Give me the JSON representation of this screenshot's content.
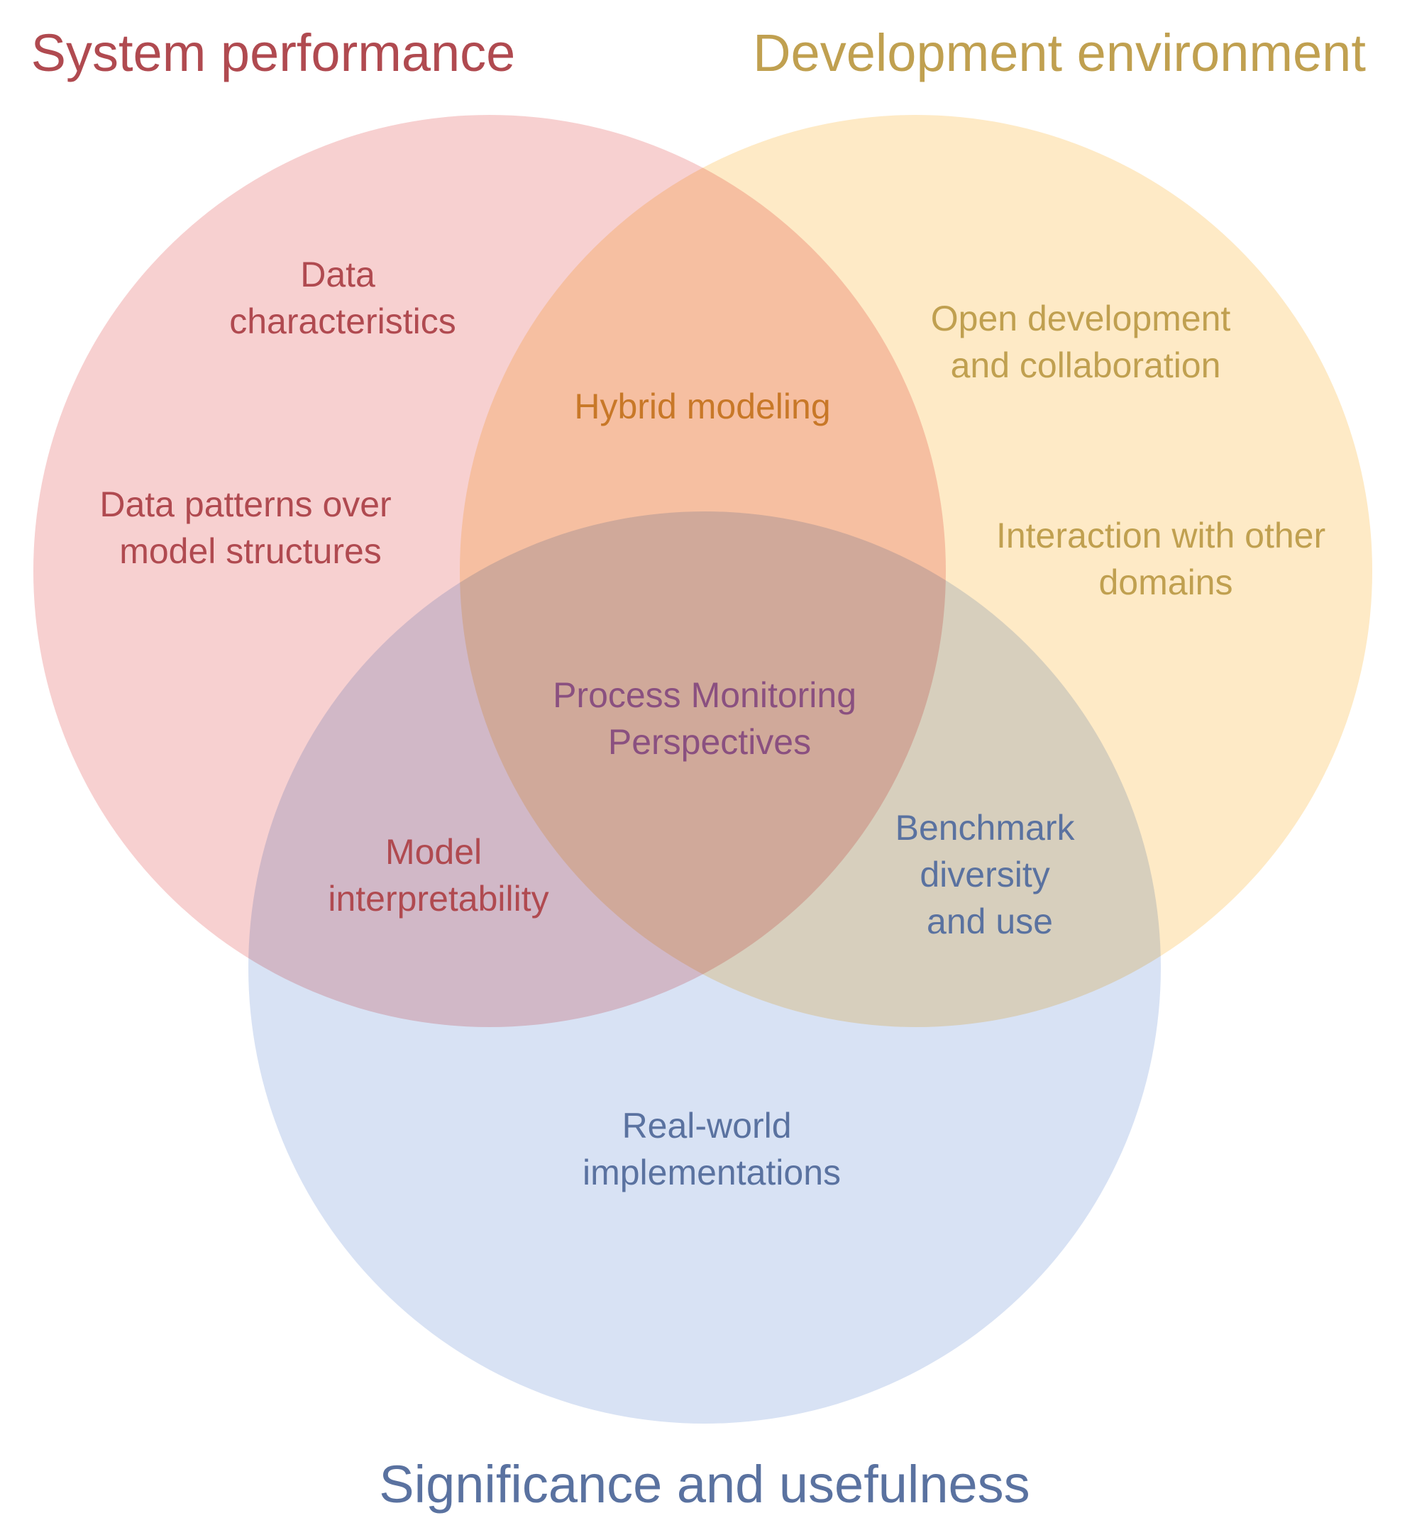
{
  "diagram": {
    "type": "venn-3",
    "sets": {
      "system_performance": {
        "title": "System performance",
        "text_color": "#b04a50",
        "fill_color": "#f7d0d0"
      },
      "development_environment": {
        "title": "Development environment",
        "text_color": "#c0a050",
        "fill_color": "#feeac6"
      },
      "significance": {
        "title": "Significance and usefulness",
        "text_color": "#5a72a0",
        "fill_color": "#d8e2f4"
      }
    },
    "regions": {
      "performance_only": {
        "items": [
          [
            "Data",
            "characteristics"
          ],
          [
            "Data patterns over",
            "model structures"
          ]
        ],
        "text_color": "#b04a50"
      },
      "development_only": {
        "items": [
          [
            "Open development",
            "and collaboration"
          ],
          [
            "Interaction with other",
            "domains"
          ]
        ],
        "text_color": "#c0a050"
      },
      "performance_and_development": {
        "items": [
          [
            "Hybrid modeling"
          ]
        ],
        "text_color": "#c87828"
      },
      "performance_and_significance": {
        "items": [
          [
            "Model",
            "interpretability"
          ]
        ],
        "text_color": "#b04a50"
      },
      "development_and_significance": {
        "items": [
          [
            "Benchmark",
            "diversity",
            "and use"
          ]
        ],
        "text_color": "#5a72a0"
      },
      "all_three": {
        "items": [
          [
            "Process Monitoring",
            "Perspectives"
          ]
        ],
        "text_color": "#8a5080"
      },
      "significance_only": {
        "items": [
          [
            "Real-world",
            "implementations"
          ]
        ],
        "text_color": "#5a72a0"
      }
    }
  }
}
